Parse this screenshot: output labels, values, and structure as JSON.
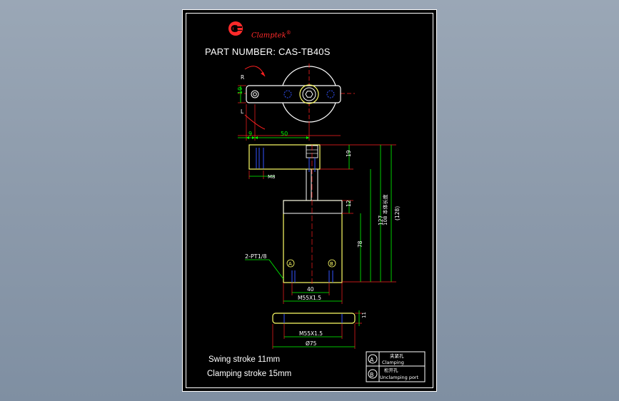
{
  "brand": {
    "name": "Clamptek",
    "registered_mark": "®",
    "logo_letter": "G"
  },
  "part_number_text": "PART NUMBER: CAS-TB40S",
  "top_view": {
    "label_r": "R",
    "label_l": "L",
    "dim_19": "19",
    "dim_9": "9",
    "dim_50": "50"
  },
  "front_view": {
    "dim_m8": "M8",
    "dim_19": "19",
    "dim_12": "12",
    "dim_78": "78",
    "dim_108": "108 本体长度",
    "dim_127": "127",
    "dim_128": "(128)",
    "port_label": "2-PT1/8",
    "port_a": "A",
    "port_b": "B",
    "dim_40": "40",
    "dim_thread": "M55X1.5"
  },
  "nut_view": {
    "dim_11": "11",
    "dim_thread": "M55X1.5",
    "dim_diameter": "Ø75"
  },
  "notes": {
    "swing_stroke": "Swing stroke 11mm",
    "clamping_stroke": "Clamping stroke 15mm"
  },
  "legend": {
    "rows": [
      {
        "symbol": "A",
        "cn": "夹紧孔",
        "en": "Clamping"
      },
      {
        "symbol": "B",
        "cn": "松开孔",
        "en": "Unclamping port"
      }
    ]
  },
  "colors": {
    "sheet": "#000000",
    "outline": "#ffffff",
    "body": "#ffff66",
    "dimension": "#00ff00",
    "extension": "#ff2020",
    "hidden": "#3355ff",
    "logo": "#ff2a2a"
  }
}
